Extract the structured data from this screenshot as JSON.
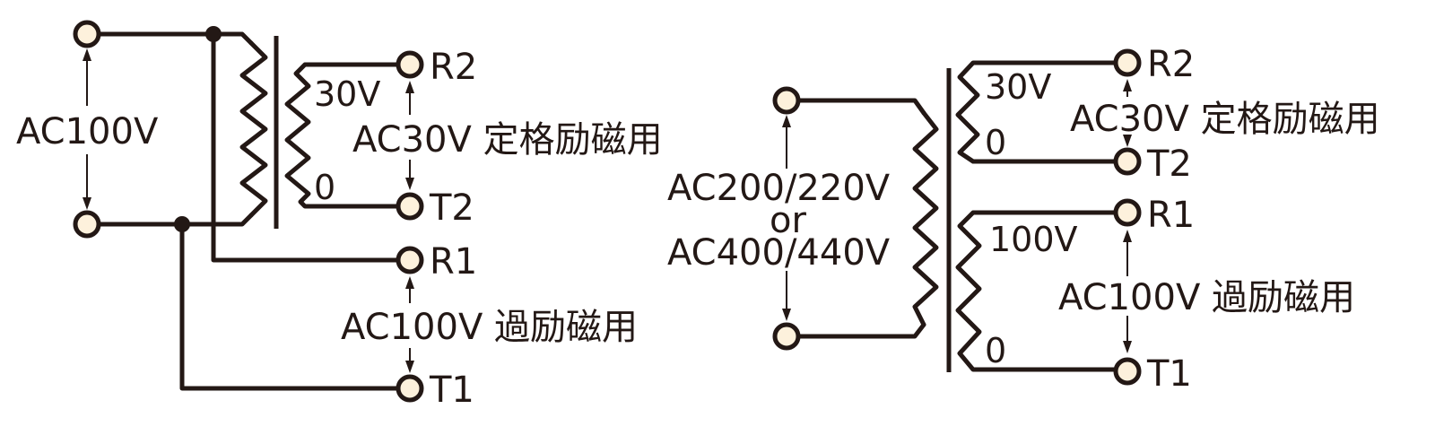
{
  "left_circuit": {
    "input_voltage": "AC100V",
    "secondary_tap_top": "30V",
    "secondary_tap_bottom": "0",
    "terminal_r2": "R2",
    "terminal_t2": "T2",
    "terminal_r1": "R1",
    "terminal_t1": "T1",
    "rated_label": "AC30V 定格励磁用",
    "over_label": "AC100V 過励磁用"
  },
  "right_circuit": {
    "input_voltage_1": "AC200/220V",
    "input_or": "or",
    "input_voltage_2": "AC400/440V",
    "tap_30v": "30V",
    "tap_30v_zero": "0",
    "tap_100v": "100V",
    "tap_100v_zero": "0",
    "terminal_r2": "R2",
    "terminal_t2": "T2",
    "terminal_r1": "R1",
    "terminal_t1": "T1",
    "rated_label": "AC30V 定格励磁用",
    "over_label": "AC100V 過励磁用"
  },
  "colors": {
    "line": "#231815",
    "terminal_fill": "#fdf1dc"
  }
}
